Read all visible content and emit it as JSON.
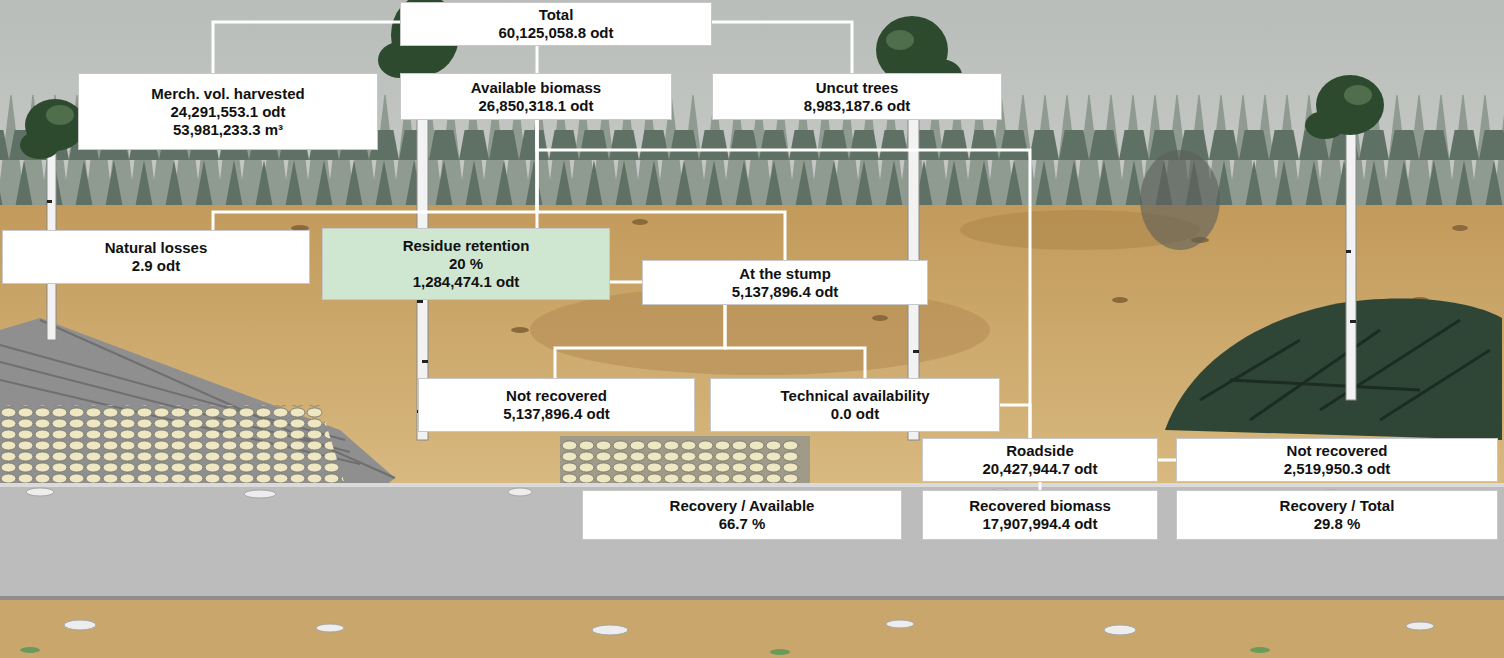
{
  "diagram": {
    "nodes": [
      {
        "text": [
          "Total",
          "60,125,058.8 odt"
        ]
      },
      {
        "text": [
          "Merch. vol. harvested",
          "24,291,553.1 odt",
          "53,981,233.3 m³"
        ]
      },
      {
        "text": [
          "Available biomass",
          "26,850,318.1 odt"
        ]
      },
      {
        "text": [
          "Uncut trees",
          "8,983,187.6 odt"
        ]
      },
      {
        "text": [
          "Natural losses",
          "2.9 odt"
        ]
      },
      {
        "text": [
          "Residue retention",
          "20 %",
          "1,284,474.1 odt"
        ]
      },
      {
        "text": [
          "At the stump",
          "5,137,896.4 odt"
        ]
      },
      {
        "text": [
          "Not recovered",
          "5,137,896.4 odt"
        ]
      },
      {
        "text": [
          "Technical availability",
          "0.0 odt"
        ]
      },
      {
        "text": [
          "Roadside",
          "20,427,944.7 odt"
        ]
      },
      {
        "text": [
          "Not recovered",
          "2,519,950.3 odt"
        ]
      },
      {
        "text": [
          "Recovery / Available",
          "66.7 %"
        ]
      },
      {
        "text": [
          "Recovered biomass",
          "17,907,994.4 odt"
        ]
      },
      {
        "text": [
          "Recovery / Total",
          "29.8 %"
        ]
      }
    ],
    "edges": [
      {
        "from": 0,
        "to": 1,
        "arrow": "none"
      },
      {
        "from": 0,
        "to": 2,
        "arrow": "none"
      },
      {
        "from": 0,
        "to": 3,
        "arrow": "none"
      },
      {
        "from": 2,
        "to": 4,
        "arrow": "none"
      },
      {
        "from": 2,
        "to": 5,
        "arrow": "none"
      },
      {
        "from": 2,
        "to": 6,
        "arrow": "none"
      },
      {
        "from": 2,
        "to": 9,
        "arrow": "none"
      },
      {
        "from": 6,
        "to": 5,
        "arrow": "none"
      },
      {
        "from": 6,
        "to": 7,
        "arrow": "none"
      },
      {
        "from": 6,
        "to": 8,
        "arrow": "none"
      },
      {
        "from": 8,
        "to": 9,
        "arrow": "none"
      },
      {
        "from": 9,
        "to": 10,
        "arrow": "none"
      },
      {
        "from": 9,
        "to": 12,
        "arrow": "none"
      }
    ]
  }
}
